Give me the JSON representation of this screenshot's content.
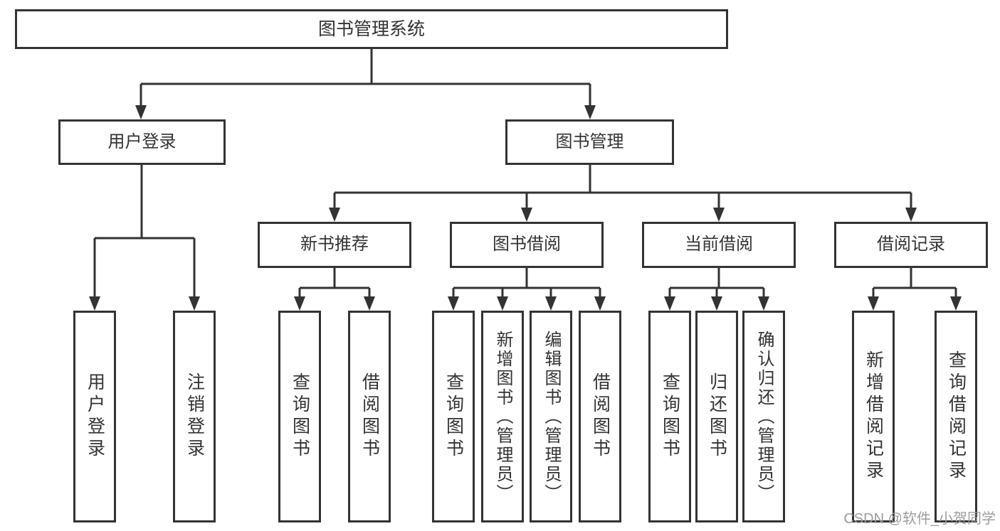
{
  "diagram": {
    "root": {
      "label": "图书管理系统"
    },
    "level2": [
      {
        "label": "用户登录",
        "children": [
          {
            "label": "用户登录"
          },
          {
            "label": "注销登录"
          }
        ]
      },
      {
        "label": "图书管理"
      }
    ],
    "level3": [
      {
        "label": "新书推荐",
        "children": [
          {
            "label": "查询图书"
          },
          {
            "label": "借阅图书"
          }
        ]
      },
      {
        "label": "图书借阅",
        "children": [
          {
            "label": "查询图书"
          },
          {
            "label": "新增图书（管理员）"
          },
          {
            "label": "编辑图书（管理员）"
          },
          {
            "label": "借阅图书"
          }
        ]
      },
      {
        "label": "当前借阅",
        "children": [
          {
            "label": "查询图书"
          },
          {
            "label": "归还图书"
          },
          {
            "label": "确认归还（管理员）"
          }
        ]
      },
      {
        "label": "借阅记录",
        "children": [
          {
            "label": "新增借阅记录"
          },
          {
            "label": "查询借阅记录"
          }
        ]
      }
    ]
  },
  "watermark": {
    "text": "CSDN @软件_小贺同学"
  },
  "colors": {
    "line": "#333333",
    "text": "#333333",
    "watermark": "#9c9c9c",
    "background": "#ffffff"
  }
}
